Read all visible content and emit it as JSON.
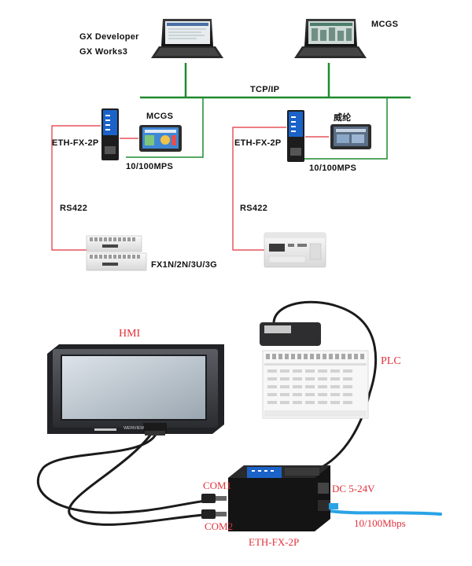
{
  "top_diagram": {
    "software_left": [
      "GX Developer",
      "GX Works3"
    ],
    "software_right": "MCGS",
    "network": "TCP/IP",
    "left_module": "ETH-FX-2P",
    "left_hmi": "MCGS",
    "left_speed": "10/100MPS",
    "left_serial": "RS422",
    "left_plc": "FX1N/2N/3U/3G",
    "right_module": "ETH-FX-2P",
    "right_hmi": "威纶",
    "right_speed": "10/100MPS",
    "right_serial": "RS422"
  },
  "bottom_diagram": {
    "hmi": "HMI",
    "hmi_brand": "WEINVIEW",
    "plc": "PLC",
    "com1": "COM1",
    "com2": "COM2",
    "power": "DC 5-24V",
    "device": "ETH-FX-2P",
    "speed": "10/100Mbps"
  },
  "colors": {
    "ethernet": "#1f8a2e",
    "serial": "#e0303a",
    "cable_blue": "#2aa3e6"
  }
}
